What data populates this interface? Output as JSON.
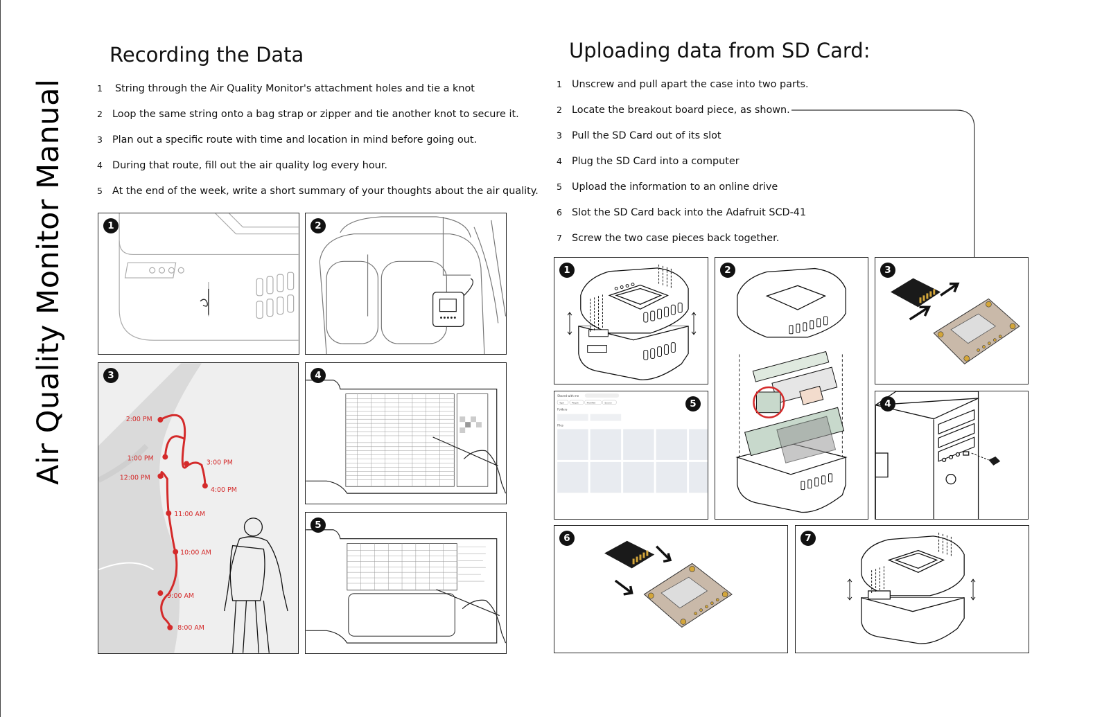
{
  "manual_title": "Air Quality Monitor Manual",
  "recording": {
    "title": "Recording the Data",
    "steps": [
      {
        "num": "1",
        "text": "String through the Air Quality Monitor's attachment holes and tie a knot"
      },
      {
        "num": "2",
        "text": "Loop the same string onto a bag strap or zipper and tie another knot to secure it."
      },
      {
        "num": "3",
        "text": "Plan out a specific route with time and location in mind before going out."
      },
      {
        "num": "4",
        "text": "During that route, fill out the air quality log every hour."
      },
      {
        "num": "5",
        "text": "At the end of the week, write a short summary of your thoughts about the air quality."
      }
    ],
    "panel_badges": [
      "1",
      "2",
      "3",
      "4",
      "5"
    ],
    "route_times": [
      "2:00 PM",
      "1:00 PM",
      "3:00 PM",
      "12:00 PM",
      "4:00 PM",
      "11:00 AM",
      "10:00 AM",
      "9:00 AM",
      "8:00 AM"
    ],
    "route_color": "#d42a2a"
  },
  "uploading": {
    "title": "Uploading data from SD Card:",
    "steps": [
      {
        "num": "1",
        "text": "Unscrew and pull apart the case into two parts."
      },
      {
        "num": "2",
        "text": "Locate the breakout board piece, as shown."
      },
      {
        "num": "3",
        "text": "Pull the SD Card out of its slot"
      },
      {
        "num": "4",
        "text": "Plug the SD Card into a computer"
      },
      {
        "num": "5",
        "text": "Upload the information to an online drive"
      },
      {
        "num": "6",
        "text": "Slot the SD Card back into the Adafruit SCD-41"
      },
      {
        "num": "7",
        "text": "Screw the two case pieces back together."
      }
    ],
    "panel_badges": [
      "1",
      "2",
      "3",
      "5",
      "4",
      "6",
      "7"
    ],
    "drive_ui": {
      "location": "Shared with me",
      "filters": [
        "Type",
        "People",
        "Modified",
        "Source"
      ],
      "folders_label": "Folders",
      "files_label": "Files"
    }
  },
  "accent_colors": {
    "route": "#d42a2a",
    "board": "#c8d9cc",
    "ink": "#111111"
  }
}
